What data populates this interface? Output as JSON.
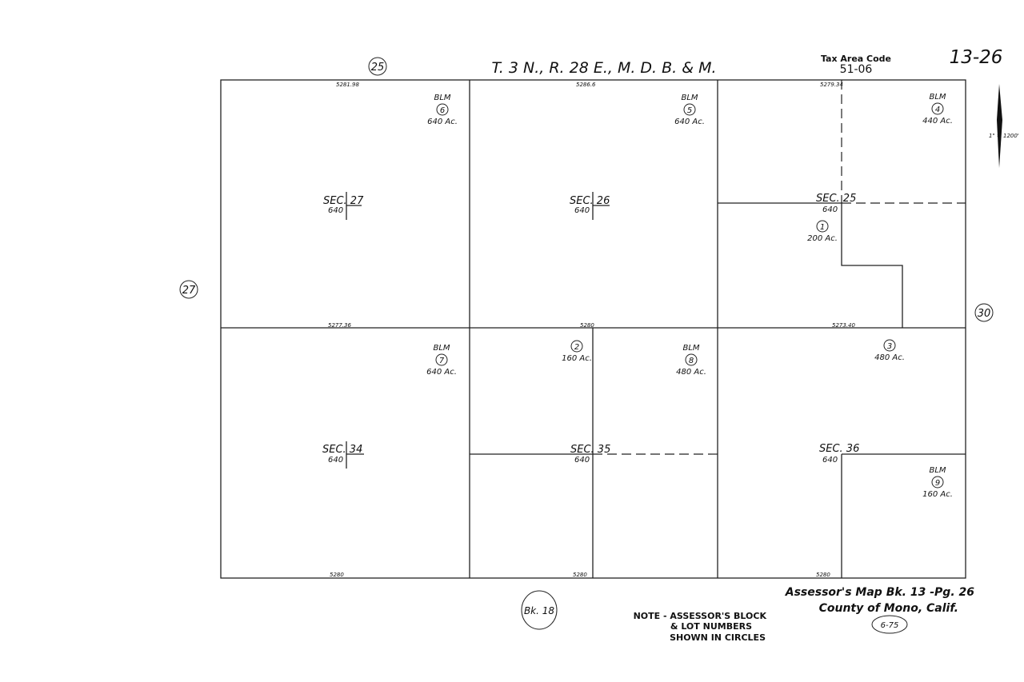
{
  "header": {
    "township": "T. 3 N., R. 28 E., M. D. B. & M.",
    "tax_area_label": "Tax Area Code",
    "tax_area_code": "51-06",
    "page_number": "13-26",
    "scale": "1\" = 1200'"
  },
  "adjacent": {
    "top": "25",
    "left": "27",
    "right": "30",
    "bottom_block": "Bk. 18"
  },
  "dimensions": {
    "t1": "5281.98",
    "t2": "5286.6",
    "t3": "5279.34",
    "m1": "5277.36",
    "m2": "5280",
    "m3": "5273.40",
    "b1": "5280",
    "b2": "5280",
    "b3": "5280"
  },
  "sections": [
    {
      "label": "SEC. 27",
      "acres": "640"
    },
    {
      "label": "SEC. 26",
      "acres": "640"
    },
    {
      "label": "SEC. 25",
      "acres": "640"
    },
    {
      "label": "SEC. 34",
      "acres": "640"
    },
    {
      "label": "SEC. 35",
      "acres": "640"
    },
    {
      "label": "SEC. 36",
      "acres": "640"
    }
  ],
  "lots": [
    {
      "owner": "BLM",
      "num": "6",
      "acres": "640 Ac."
    },
    {
      "owner": "BLM",
      "num": "5",
      "acres": "640 Ac."
    },
    {
      "owner": "BLM",
      "num": "4",
      "acres": "440 Ac."
    },
    {
      "owner": "",
      "num": "1",
      "acres": "200 Ac."
    },
    {
      "owner": "BLM",
      "num": "7",
      "acres": "640 Ac."
    },
    {
      "owner": "",
      "num": "2",
      "acres": "160 Ac."
    },
    {
      "owner": "BLM",
      "num": "8",
      "acres": "480 Ac."
    },
    {
      "owner": "",
      "num": "3",
      "acres": "480 Ac."
    },
    {
      "owner": "BLM",
      "num": "9",
      "acres": "160 Ac."
    }
  ],
  "footer": {
    "note1": "NOTE - ASSESSOR'S BLOCK",
    "note2": "& LOT NUMBERS",
    "note3": "SHOWN IN CIRCLES",
    "title1": "Assessor's Map Bk. 13 -Pg. 26",
    "title2": "County of Mono, Calif.",
    "stamp": "6-75"
  }
}
